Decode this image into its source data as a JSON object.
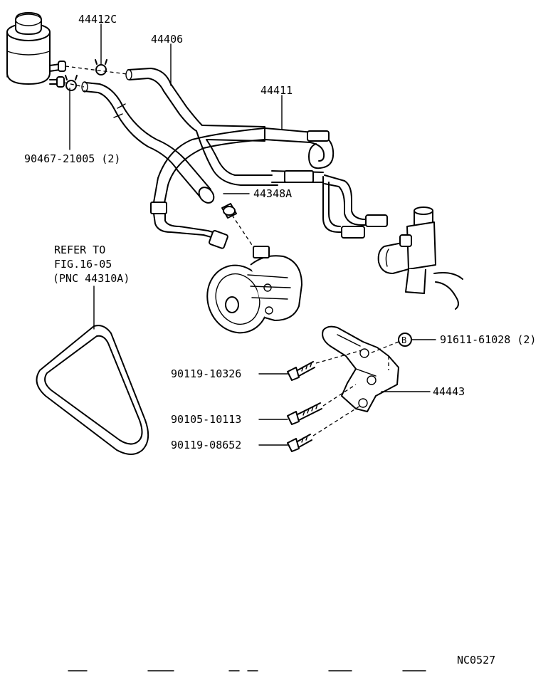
{
  "labels": {
    "hose_return": "44412C",
    "hose_supply": "44406",
    "pressure_tube": "44411",
    "clamp": "90467-21005 (2)",
    "union_bolt": "44348A",
    "refer_line1": "REFER TO",
    "refer_line2": "FIG.16-05",
    "refer_line3": "(PNC 44310A)",
    "nut_marker": "B",
    "nut": "91611-61028 (2)",
    "bolt_1": "90119-10326",
    "bracket": "44443",
    "bolt_2": "90105-10113",
    "bolt_3": "90119-08652",
    "drawing_code": "NC0527"
  }
}
